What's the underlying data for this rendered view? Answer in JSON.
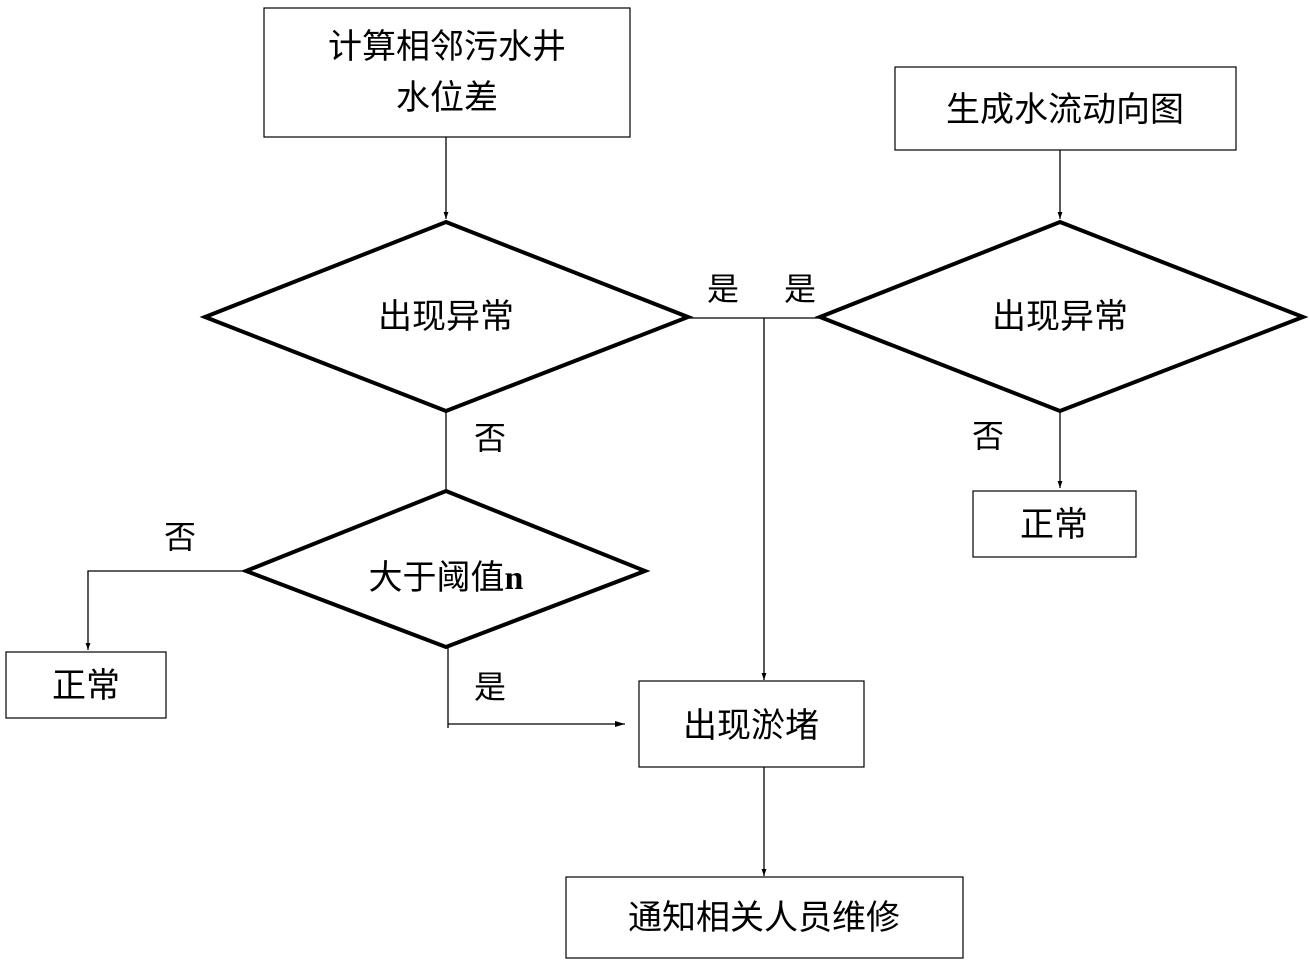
{
  "nodes": {
    "calc": {
      "line1": "计算相邻污水井",
      "line2": "水位差"
    },
    "flowmap": {
      "label": "生成水流动向图"
    },
    "abnormal_left": {
      "label": "出现异常"
    },
    "abnormal_right": {
      "label": "出现异常"
    },
    "threshold": {
      "label": "大于阈值",
      "suffix": "n"
    },
    "normal_left": {
      "label": "正常"
    },
    "normal_right": {
      "label": "正常"
    },
    "blockage": {
      "label": "出现淤堵"
    },
    "notify": {
      "label": "通知相关人员维修"
    }
  },
  "edge_labels": {
    "left_yes": "是",
    "right_yes": "是",
    "left_no": "否",
    "right_no": "否",
    "threshold_no": "否",
    "threshold_yes": "是"
  }
}
